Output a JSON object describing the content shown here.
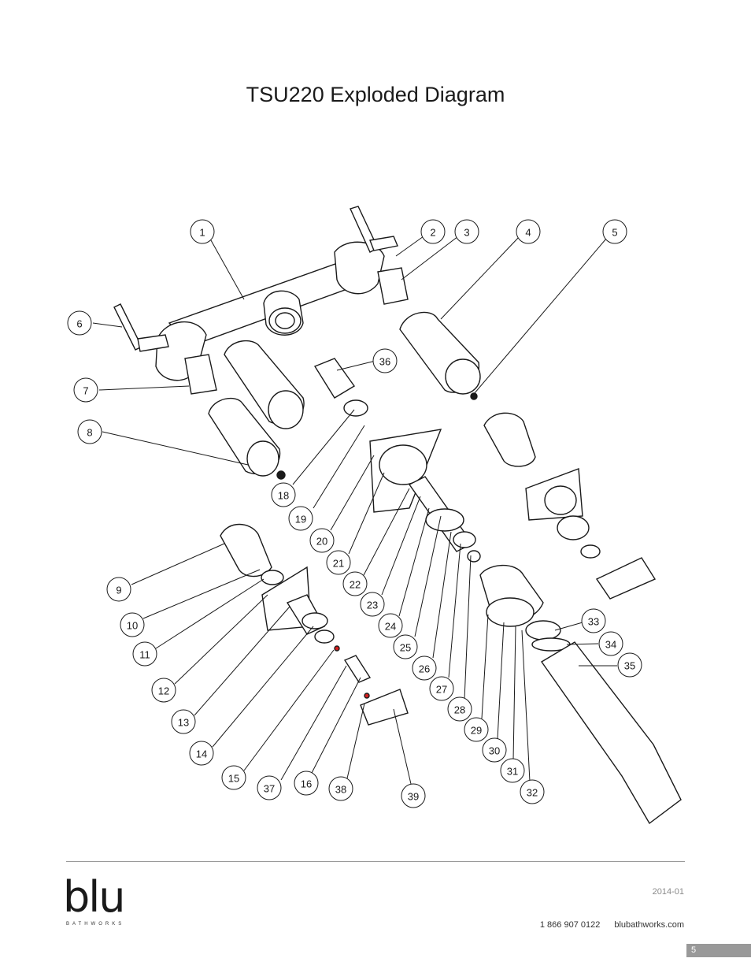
{
  "page": {
    "title": "TSU220 Exploded Diagram",
    "date": "2014-01",
    "phone": "1 866 907 0122",
    "website": "blubathworks.com",
    "page_number": "5"
  },
  "brand": {
    "name": "blu",
    "subtitle": "BATHWORKS"
  },
  "part_labels": [
    "1",
    "2",
    "3",
    "4",
    "5",
    "6",
    "7",
    "8",
    "9",
    "10",
    "11",
    "12",
    "13",
    "14",
    "15",
    "16",
    "18",
    "19",
    "20",
    "21",
    "22",
    "23",
    "24",
    "25",
    "26",
    "27",
    "28",
    "29",
    "30",
    "31",
    "32",
    "33",
    "34",
    "35",
    "36",
    "37",
    "38",
    "39"
  ],
  "colors": {
    "ink": "#1a1a1a",
    "rule": "#9a9a9a",
    "tab": "#999999",
    "accent_red": "#d42020"
  }
}
